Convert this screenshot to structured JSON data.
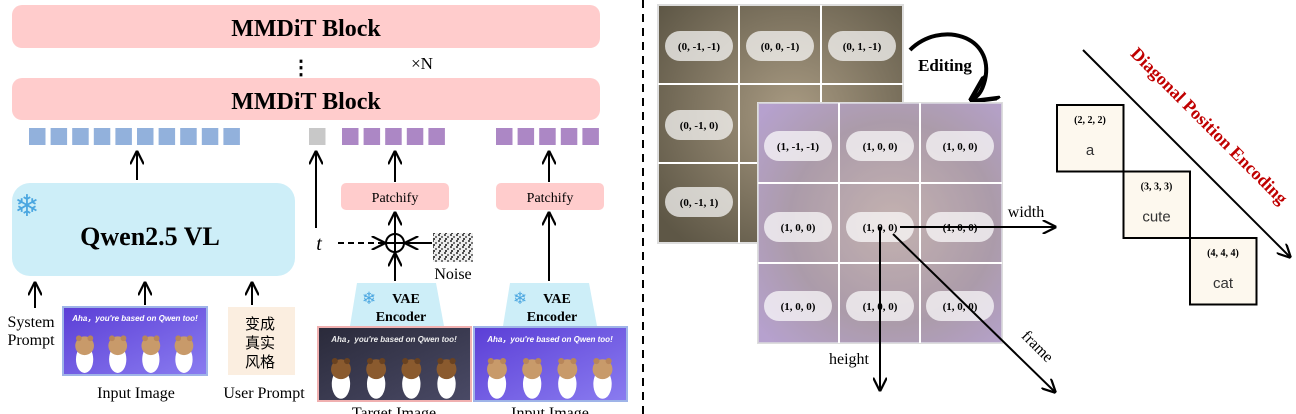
{
  "colors": {
    "mmdit_block": "#ffcccc",
    "qwen_box": "#cdeef8",
    "patchify_box": "#ffcccc",
    "vae_box": "#cdeef8",
    "text_token": "#92b1dc",
    "timestep_token": "#c8c8c8",
    "image_token": "#ac87c5",
    "user_prompt_box": "#fbeee0",
    "diagonal_title": "#c00000",
    "text_box": "#fdf8ee"
  },
  "left": {
    "mmdit_top_label": "MMDiT Block",
    "mmdit_bottom_label": "MMDiT Block",
    "ellipsis": "⋮",
    "repeat_label": "×N",
    "token_counts": {
      "text": 10,
      "timestep": 1,
      "target": 5,
      "input": 5
    },
    "qwen_label": "Qwen2.5 VL",
    "system_prompt_line1": "System",
    "system_prompt_line2": "Prompt",
    "input_image_caption": "Input Image",
    "user_prompt_caption": "User Prompt",
    "user_prompt_lines": [
      "变成",
      "真实",
      "风格"
    ],
    "image_banner_text": "Aha，you're based on Qwen too!",
    "timestep_label": "t",
    "noise_label": "Noise",
    "patchify_label": "Patchify",
    "vae_line1": "VAE",
    "vae_line2": "Encoder",
    "target_image_caption": "Target Image",
    "right_input_image_caption": "Input Image",
    "snowflake_icon": "snowflake-icon"
  },
  "right": {
    "editing_label": "Editing",
    "back_grid_labels": [
      "(0, -1, -1)",
      "(0, 0, -1)",
      "(0, 1, -1)",
      "(0, -1, 0)",
      "(0, -1, 1)"
    ],
    "front_grid_labels": [
      [
        "(1, -1, -1)",
        "(1, 0, 0)",
        "(1, 0, 0)"
      ],
      [
        "(1, 0, 0)",
        "(1, 0, 0)",
        "(1, 0, 0)"
      ],
      [
        "(1, 0, 0)",
        "(1, 0, 0)",
        "(1, 0, 0)"
      ]
    ],
    "axis_width": "width",
    "axis_height": "height",
    "axis_frame": "frame",
    "diagonal_title": "Diagonal Position Encoding",
    "text_tokens": [
      {
        "pos": "(2, 2, 2)",
        "word": "a"
      },
      {
        "pos": "(3, 3, 3)",
        "word": "cute"
      },
      {
        "pos": "(4, 4, 4)",
        "word": "cat"
      }
    ]
  }
}
